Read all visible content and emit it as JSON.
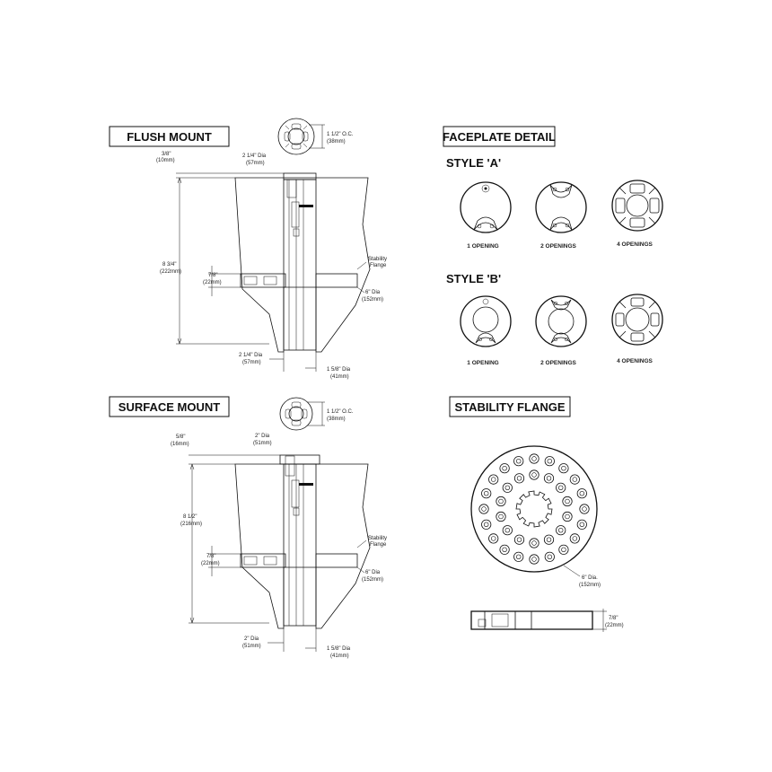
{
  "titles": {
    "flush": "FLUSH MOUNT",
    "surface": "SURFACE MOUNT",
    "faceplate": "FACEPLATE DETAIL",
    "flange": "STABILITY FLANGE",
    "style_a": "STYLE 'A'",
    "style_b": "STYLE 'B'"
  },
  "flush": {
    "oc_in": "1 1/2\" O.C.",
    "oc_mm": "(38mm)",
    "top_dia_in": "2 1/4\" Dia",
    "top_dia_mm": "(57mm)",
    "lip_in": "3/8\"",
    "lip_mm": "(10mm)",
    "depth_in": "8 3/4\"",
    "depth_mm": "(222mm)",
    "flange_h_in": "7/8\"",
    "flange_h_mm": "(22mm)",
    "stab_1": "Stability",
    "stab_2": "Flange",
    "flange_dia_in": "6\" Dia",
    "flange_dia_mm": "(152mm)",
    "bot_dia_in": "2 1/4\" Dia",
    "bot_dia_mm": "(57mm)",
    "pipe_in": "1 5/8\" Dia",
    "pipe_mm": "(41mm)"
  },
  "surface": {
    "oc_in": "1 1/2\" O.C.",
    "oc_mm": "(38mm)",
    "top_dia_in": "2\" Dia",
    "top_dia_mm": "(51mm)",
    "lip_in": "5/8\"",
    "lip_mm": "(16mm)",
    "depth_in": "8 1/2\"",
    "depth_mm": "(216mm)",
    "flange_h_in": "7/8\"",
    "flange_h_mm": "(22mm)",
    "stab_1": "Stability",
    "stab_2": "Flange",
    "flange_dia_in": "6\" Dia",
    "flange_dia_mm": "(152mm)",
    "bot_dia_in": "2\" Dia",
    "bot_dia_mm": "(51mm)",
    "pipe_in": "1 5/8\" Dia",
    "pipe_mm": "(41mm)"
  },
  "faceplate": {
    "a": [
      "1 OPENING",
      "2 OPENINGS",
      "4 OPENINGS"
    ],
    "b": [
      "1 OPENING",
      "2 OPENINGS",
      "4 OPENINGS"
    ]
  },
  "flange": {
    "dia_in": "6\" Dia.",
    "dia_mm": "(152mm)",
    "thick_in": "7/8\"",
    "thick_mm": "(22mm)"
  }
}
